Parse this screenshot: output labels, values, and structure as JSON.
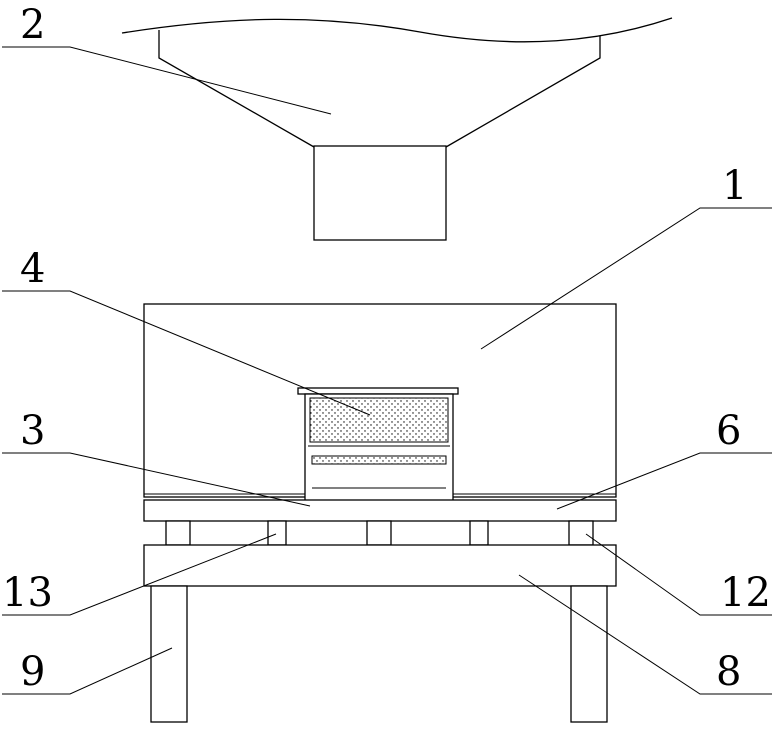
{
  "labels": {
    "l1": "1",
    "l2": "2",
    "l3": "3",
    "l4": "4",
    "l6": "6",
    "l8": "8",
    "l9": "9",
    "l12": "12",
    "l13": "13"
  }
}
